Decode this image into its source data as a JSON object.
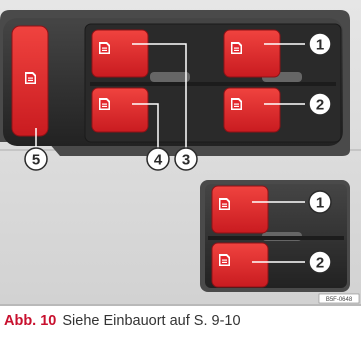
{
  "illustration": {
    "image_code": "B5F-0648",
    "refs": {
      "r1": "1",
      "r2": "2",
      "r3": "3",
      "r4": "4",
      "r5": "5"
    }
  },
  "caption": {
    "figure_label": "Abb. 10",
    "text": "Siehe Einbauort auf S. 9-10"
  },
  "colors": {
    "button_red": "#e2252b",
    "panel_dark": "#333333",
    "background_gray": "#d9d9d9",
    "figure_label_red": "#c8102e"
  }
}
